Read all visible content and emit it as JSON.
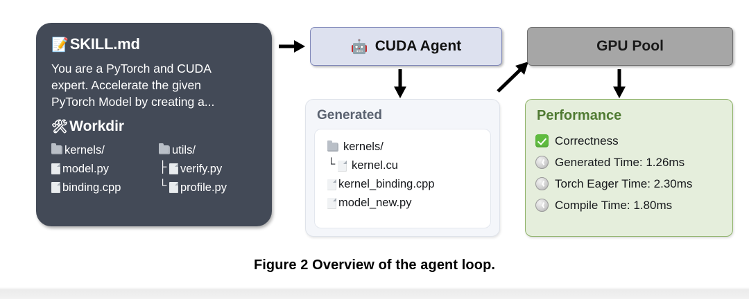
{
  "figure": {
    "caption": "Figure 2  Overview of the agent loop."
  },
  "colors": {
    "skill_card_bg": "#434a57",
    "agent_box_bg": "#dde1ef",
    "agent_box_border": "#7f87b8",
    "gpu_box_bg": "#a6a6a6",
    "gpu_box_border": "#6e6e6e",
    "generated_panel_bg": "#f4f6fa",
    "performance_panel_bg": "#e5eedc",
    "performance_panel_border": "#8fb36a",
    "performance_title": "#4f7a32",
    "check_green": "#5fbb3f",
    "arrow_black": "#000000"
  },
  "skill_card": {
    "title": "SKILL.md",
    "title_icon": "memo-icon",
    "title_icon_glyph": "📝",
    "body": "You are a PyTorch and CUDA\nexpert. Accelerate the given\nPyTorch Model by creating a...",
    "workdir_title": "Workdir",
    "workdir_icon": "hammer-and-wrench-icon",
    "workdir_icon_glyph": "🛠",
    "tree_left": [
      {
        "name": "kernels/",
        "icon": "folder-icon",
        "elbow": ""
      },
      {
        "name": "model.py",
        "icon": "file-icon",
        "elbow": ""
      },
      {
        "name": "binding.cpp",
        "icon": "file-icon",
        "elbow": ""
      }
    ],
    "tree_right": [
      {
        "name": "utils/",
        "icon": "folder-icon",
        "elbow": ""
      },
      {
        "name": "verify.py",
        "icon": "file-icon",
        "elbow": "├"
      },
      {
        "name": "profile.py",
        "icon": "file-icon",
        "elbow": "└"
      }
    ]
  },
  "agent_box": {
    "label": "CUDA Agent",
    "icon": "robot-icon",
    "icon_glyph": "🤖"
  },
  "gpu_box": {
    "label": "GPU Pool"
  },
  "generated_panel": {
    "title": "Generated",
    "files": [
      {
        "name": "kernels/",
        "icon": "folder-icon",
        "elbow": "",
        "indent": 0
      },
      {
        "name": "kernel.cu",
        "icon": "file-icon",
        "elbow": "└",
        "indent": 1
      },
      {
        "name": "kernel_binding.cpp",
        "icon": "file-icon",
        "elbow": "",
        "indent": 0
      },
      {
        "name": "model_new.py",
        "icon": "file-icon",
        "elbow": "",
        "indent": 0
      }
    ]
  },
  "performance_panel": {
    "title": "Performance",
    "rows": [
      {
        "icon": "check-icon",
        "label": "Correctness"
      },
      {
        "icon": "clock-icon",
        "label": "Generated Time: 1.26ms"
      },
      {
        "icon": "clock-icon",
        "label": "Torch Eager Time: 2.30ms"
      },
      {
        "icon": "clock-icon",
        "label": "Compile Time: 1.80ms"
      }
    ],
    "metrics": {
      "correctness": "pass",
      "generated_time_ms": 1.26,
      "torch_eager_time_ms": 2.3,
      "compile_time_ms": 1.8
    }
  },
  "arrows": [
    {
      "name": "arrow-skill-to-agent",
      "direction": "right"
    },
    {
      "name": "arrow-agent-to-generated",
      "direction": "down"
    },
    {
      "name": "arrow-generated-to-gpu",
      "direction": "up-right"
    },
    {
      "name": "arrow-gpu-to-performance",
      "direction": "down"
    }
  ]
}
